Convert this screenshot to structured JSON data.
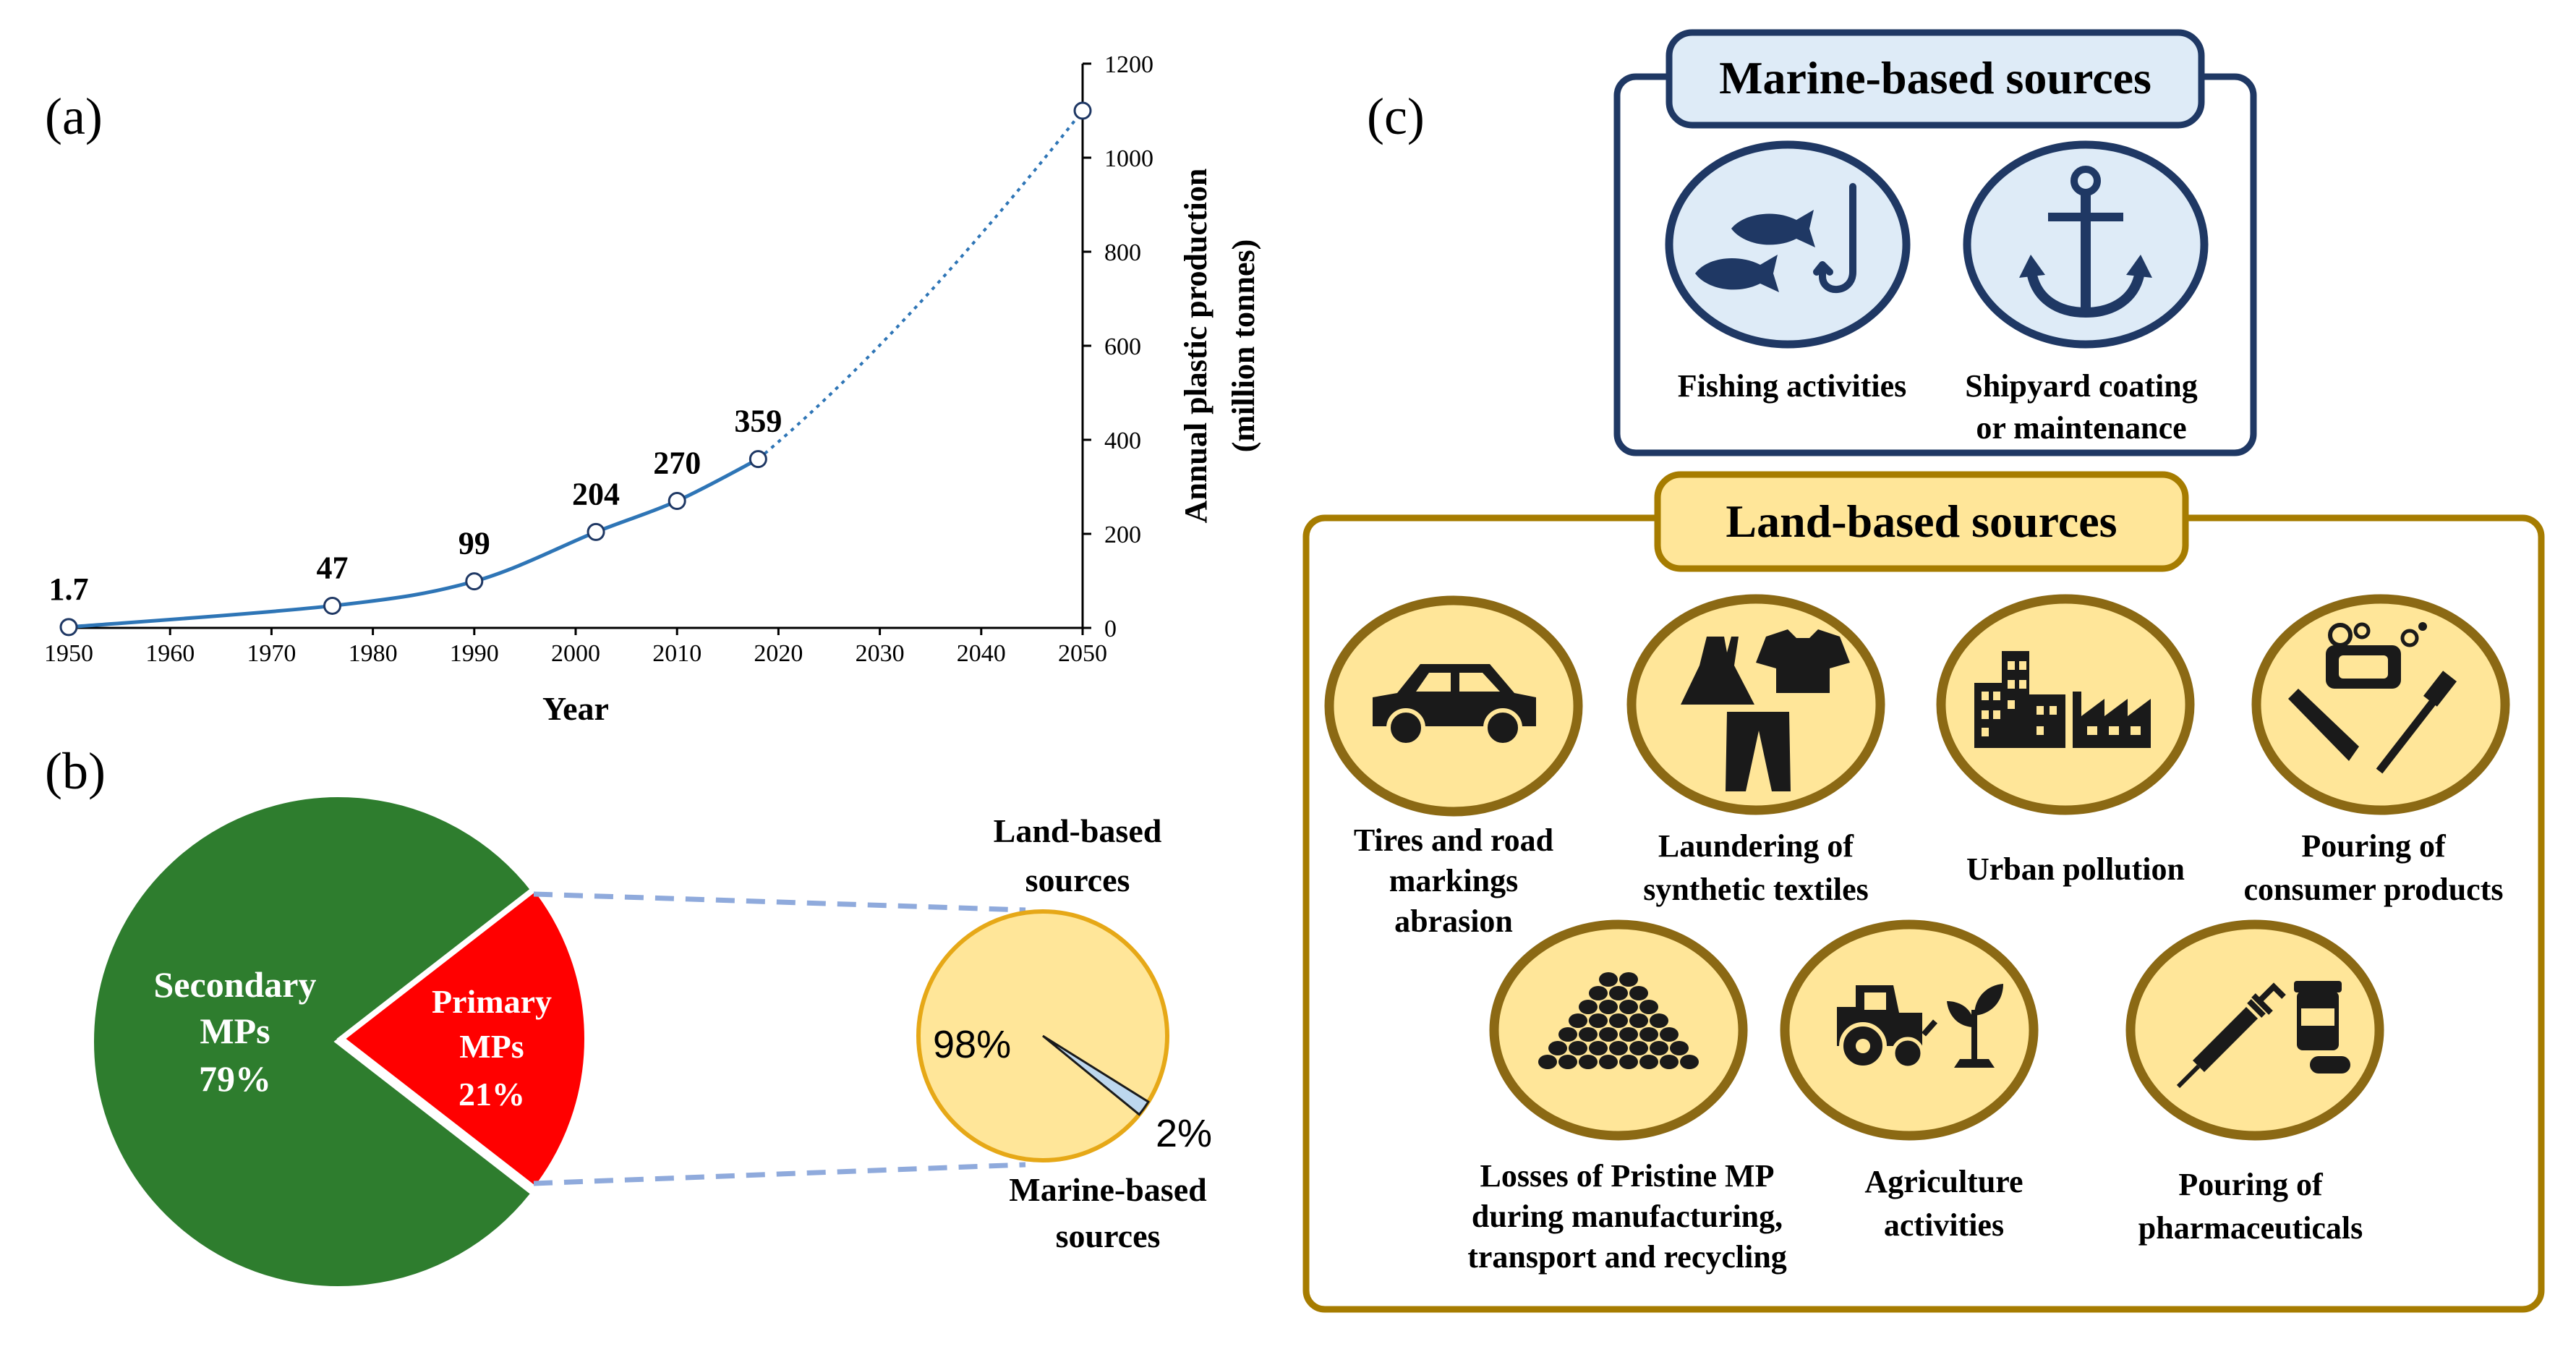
{
  "panels": {
    "a": "(a)",
    "b": "(b)",
    "c": "(c)"
  },
  "chart_data": [
    {
      "type": "line",
      "xlabel": "Year",
      "ylabel": [
        "Annual plastic production",
        "(million tonnes)"
      ],
      "xlim": [
        1950,
        2050
      ],
      "ylim": [
        0,
        1200
      ],
      "x_ticks": [
        1950,
        1960,
        1970,
        1980,
        1990,
        2000,
        2010,
        2020,
        2030,
        2040,
        2050
      ],
      "y_ticks": [
        0,
        200,
        400,
        600,
        800,
        1000,
        1200
      ],
      "series": [
        {
          "x": [
            1950,
            1976,
            1990,
            2002,
            2010,
            2018
          ],
          "y": [
            1.7,
            47,
            99,
            204,
            270,
            359
          ],
          "labels": [
            "1.7",
            "47",
            "99",
            "204",
            "270",
            "359"
          ]
        },
        {
          "x": [
            2018,
            2050
          ],
          "y": [
            359,
            1100
          ],
          "line_style": "dotted"
        }
      ],
      "color": "#2e75b6",
      "grid": false
    },
    {
      "type": "pie",
      "slices": [
        {
          "name": "Secondary MPs",
          "value": 79,
          "label": "79%",
          "color": "#2e7d2e"
        },
        {
          "name": "Primary MPs",
          "value": 21,
          "label": "21%",
          "color": "#ff0000"
        }
      ]
    },
    {
      "type": "pie",
      "slices": [
        {
          "name": "Land-based sources",
          "value": 98,
          "label": "98%",
          "color": "#ffe699"
        },
        {
          "name": "Marine-based sources",
          "value": 2,
          "label": "2%",
          "color": "#bdd7ee"
        }
      ]
    }
  ],
  "pie_b_text": {
    "secondary_line1": "Secondary",
    "secondary_line2": "MPs",
    "secondary_pct": "79%",
    "primary_line1": "Primary",
    "primary_line2": "MPs",
    "primary_pct": "21%",
    "land_line1": "Land-based",
    "land_line2": "sources",
    "land_pct": "98%",
    "marine_line1": "Marine-based",
    "marine_line2": "sources",
    "marine_pct": "2%"
  },
  "marine": {
    "title": "Marine-based sources",
    "fishing": "Fishing activities",
    "shipyard_line1": "Shipyard coating",
    "shipyard_line2": "or maintenance",
    "icons": [
      "fish-hook-icon",
      "anchor-icon"
    ]
  },
  "land": {
    "title": "Land-based sources",
    "tires": [
      "Tires and road",
      "markings",
      "abrasion"
    ],
    "laundering": [
      "Laundering of",
      "synthetic textiles"
    ],
    "urban": "Urban pollution",
    "consumer": [
      "Pouring of",
      "consumer products"
    ],
    "pristine": [
      "Losses of Pristine MP",
      "during manufacturing,",
      "transport and recycling"
    ],
    "agriculture": [
      "Agriculture",
      "activities"
    ],
    "pharma": [
      "Pouring of",
      "pharmaceuticals"
    ],
    "icons": [
      "car-icon",
      "clothing-icon",
      "city-factory-icon",
      "soap-toothbrush-icon",
      "pellet-pile-icon",
      "tractor-plant-icon",
      "syringe-pill-icon"
    ]
  },
  "colors": {
    "line_blue": "#2e75b6",
    "marine_border": "#1f3864",
    "marine_fill": "#deebf7",
    "land_border": "#b8860b",
    "land_fill": "#ffe699",
    "icon_dark": "#1a1a1a",
    "dash": "#8faadc"
  }
}
